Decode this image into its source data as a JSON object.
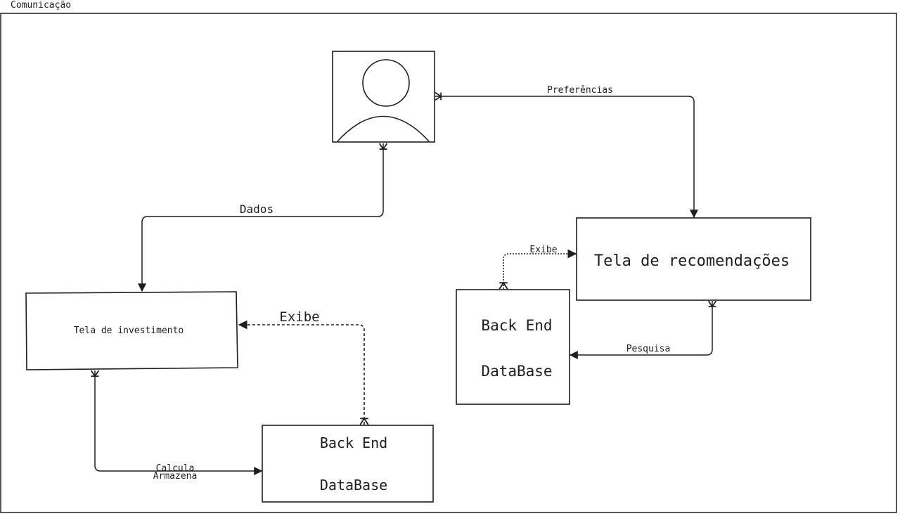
{
  "frame": {
    "title": "Comunicação"
  },
  "nodes": {
    "user": {
      "icon": "user-avatar-icon"
    },
    "tela_investimento": {
      "label": "Tela de investimento"
    },
    "backend_left": {
      "line1": "Back End",
      "line2": "DataBase"
    },
    "tela_recomendacoes": {
      "label": "Tela de recomendações"
    },
    "backend_right": {
      "line1": "Back End",
      "line2": "DataBase"
    }
  },
  "edges": {
    "dados": {
      "label": "Dados"
    },
    "preferencias": {
      "label": "Preferências"
    },
    "exibe_left": {
      "label": "Exibe"
    },
    "calcula_armazena": {
      "label_line1": "Calcula",
      "label_line2": "Armazena"
    },
    "exibe_right": {
      "label": "Exibe"
    },
    "pesquisa": {
      "label": "Pesquisa"
    }
  },
  "colors": {
    "stroke": "#1e1e1e",
    "background": "#ffffff"
  }
}
